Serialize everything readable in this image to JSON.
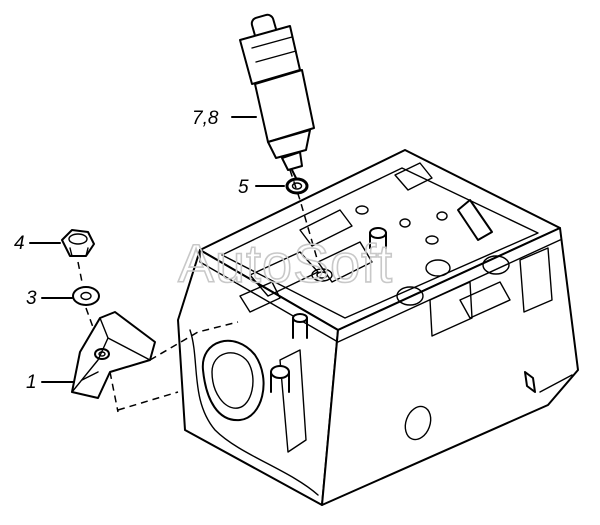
{
  "watermark": "AutoSoft",
  "callouts": [
    {
      "id": "7-8",
      "label": "7,8",
      "part": "injector"
    },
    {
      "id": "5",
      "label": "5",
      "part": "sealing-washer"
    },
    {
      "id": "4",
      "label": "4",
      "part": "nut"
    },
    {
      "id": "3",
      "label": "3",
      "part": "washer"
    },
    {
      "id": "1",
      "label": "1",
      "part": "injector-clamp"
    }
  ]
}
